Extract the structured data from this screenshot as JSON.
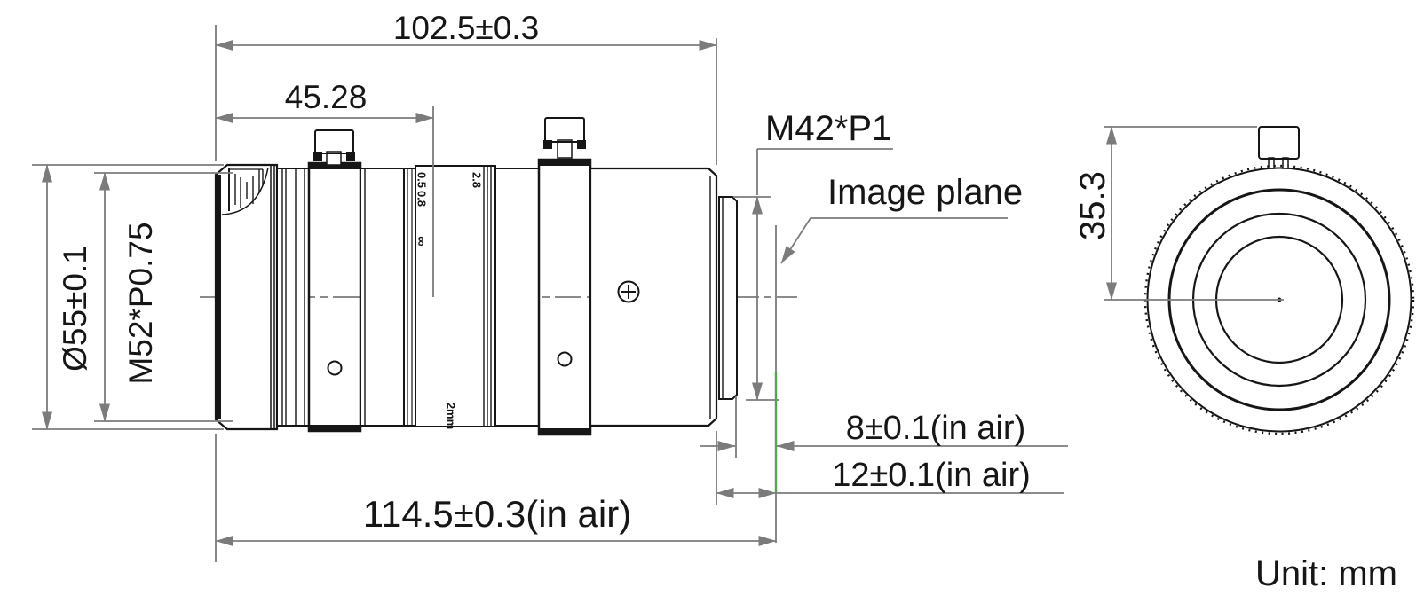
{
  "unit_note": "Unit: mm",
  "side_view": {
    "dim_overall_body": "102.5±0.3",
    "dim_front_section": "45.28",
    "dim_front_diameter": "Ø55±0.1",
    "dim_filter_thread": "M52*P0.75",
    "label_mount_thread": "M42*P1",
    "label_image_plane": "Image plane",
    "dim_flange_distance": "8±0.1(in air)",
    "dim_mount_to_image": "12±0.1(in air)",
    "dim_overall_in_air": "114.5±0.3(in air)",
    "markings": {
      "focus_0_5": "0.5",
      "focus_0_8": "0.8",
      "focus_infinity": "∞",
      "aperture_2_8": "2.8",
      "focal_mark": "2mm"
    }
  },
  "front_view": {
    "dim_knob_to_center": "35.3"
  },
  "colors": {
    "dimension_gray": "#7b7b7b",
    "geometry_black": "#161616",
    "image_plane_green": "#55a355"
  }
}
